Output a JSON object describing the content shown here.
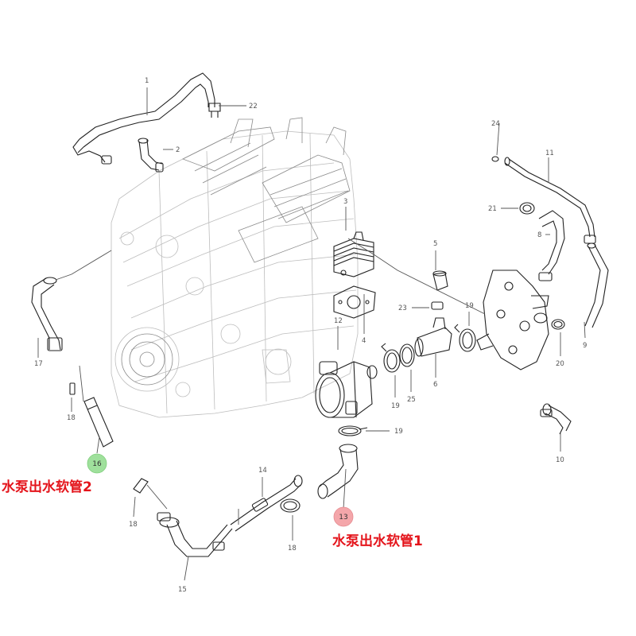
{
  "diagram": {
    "part_numbers": {
      "p1": "1",
      "p2": "2",
      "p3": "3",
      "p4": "4",
      "p5": "5",
      "p6": "6",
      "p8": "8",
      "p9": "9",
      "p10": "10",
      "p11": "11",
      "p12": "12",
      "p13": "13",
      "p14": "14",
      "p15": "15",
      "p16": "16",
      "p17": "17",
      "p18a": "18",
      "p18b": "18",
      "p18c": "18",
      "p19a": "19",
      "p19b": "19",
      "p19c": "19",
      "p20": "20",
      "p21": "21",
      "p22": "22",
      "p23": "23",
      "p24": "24",
      "p25": "25"
    },
    "callouts": {
      "hose1": {
        "number": "13",
        "label": "水泵出水软管1",
        "badge_color": "#f4a6aa"
      },
      "hose2": {
        "number": "16",
        "label": "水泵出水软管2",
        "badge_color": "#9fe09c"
      }
    },
    "colors": {
      "callout_text": "#e4141b",
      "line": "#222222"
    }
  }
}
